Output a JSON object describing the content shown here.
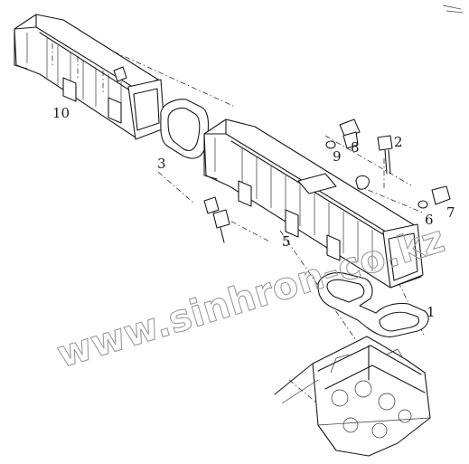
{
  "diagram": {
    "part_labels": [
      {
        "id": "1",
        "text": "1"
      },
      {
        "id": "2",
        "text": "2"
      },
      {
        "id": "3",
        "text": "3"
      },
      {
        "id": "5",
        "text": "5"
      },
      {
        "id": "6",
        "text": "6"
      },
      {
        "id": "7",
        "text": "7"
      },
      {
        "id": "8",
        "text": "8"
      },
      {
        "id": "9",
        "text": "9"
      },
      {
        "id": "10",
        "text": "10"
      }
    ],
    "watermark": "www.sinhron-co.kz"
  }
}
